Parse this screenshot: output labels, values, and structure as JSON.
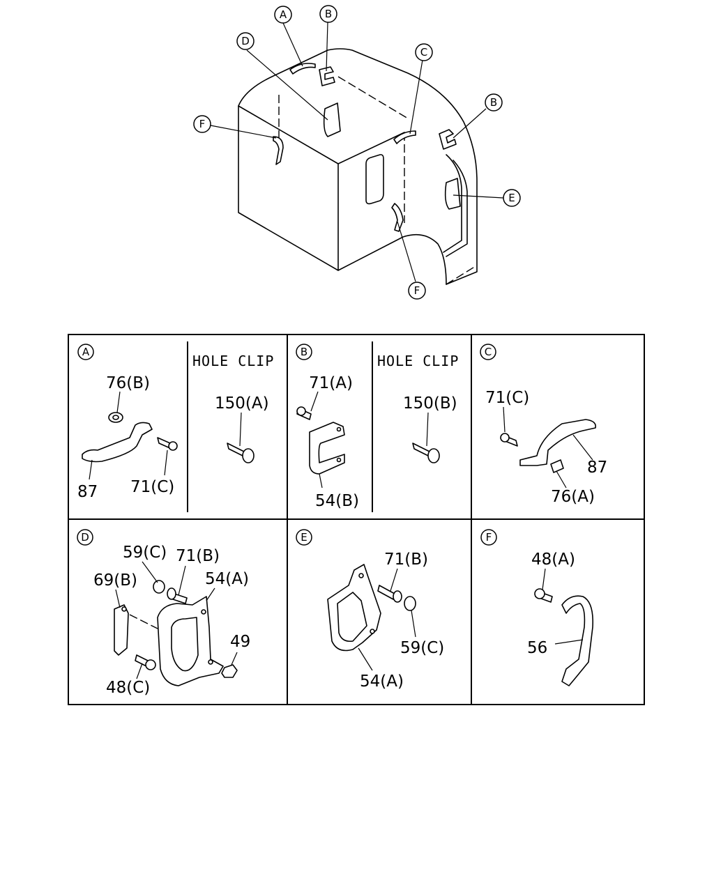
{
  "overview": {
    "callouts": [
      {
        "id": "A",
        "text": "A"
      },
      {
        "id": "B1",
        "text": "B"
      },
      {
        "id": "B2",
        "text": "B"
      },
      {
        "id": "C",
        "text": "C"
      },
      {
        "id": "D",
        "text": "D"
      },
      {
        "id": "E",
        "text": "E"
      },
      {
        "id": "F1",
        "text": "F"
      },
      {
        "id": "F2",
        "text": "F"
      }
    ]
  },
  "panels": {
    "A": {
      "letter": "A",
      "hole_clip": "HOLE CLIP",
      "labels": {
        "p76b": "76(B)",
        "p87": "87",
        "p71c": "71(C)",
        "p150a": "150(A)"
      }
    },
    "B": {
      "letter": "B",
      "hole_clip": "HOLE CLIP",
      "labels": {
        "p71a": "71(A)",
        "p54b": "54(B)",
        "p150b": "150(B)"
      }
    },
    "C": {
      "letter": "C",
      "labels": {
        "p71c": "71(C)",
        "p87": "87",
        "p76a": "76(A)"
      }
    },
    "D": {
      "letter": "D",
      "labels": {
        "p59c": "59(C)",
        "p71b": "71(B)",
        "p69b": "69(B)",
        "p54a": "54(A)",
        "p49": "49",
        "p48c": "48(C)"
      }
    },
    "E": {
      "letter": "E",
      "labels": {
        "p71b": "71(B)",
        "p59c": "59(C)",
        "p54a": "54(A)"
      }
    },
    "F": {
      "letter": "F",
      "labels": {
        "p48a": "48(A)",
        "p56": "56"
      }
    }
  }
}
